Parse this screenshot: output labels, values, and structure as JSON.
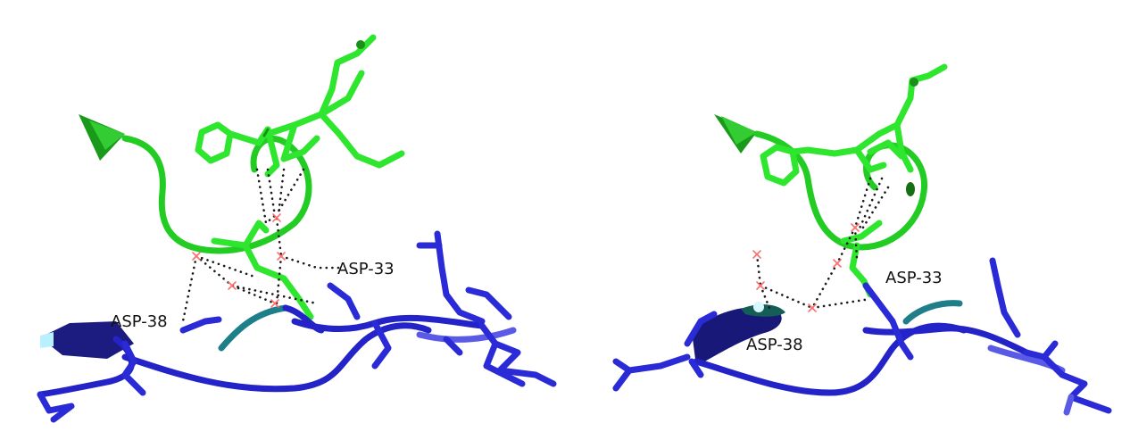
{
  "panels": [
    {
      "labels": {
        "asp_a": "ASP-33",
        "asp_b": "ASP-38"
      }
    },
    {
      "labels": {
        "asp_a": "ASP-33",
        "asp_b": "ASP-38"
      }
    }
  ],
  "colors": {
    "upper_chain": "#22cc22",
    "lower_chain": "#2323c8",
    "water": "#ff6f6f",
    "hydrogen_bonds": "#1a1a1a",
    "background": "#ffffff"
  }
}
